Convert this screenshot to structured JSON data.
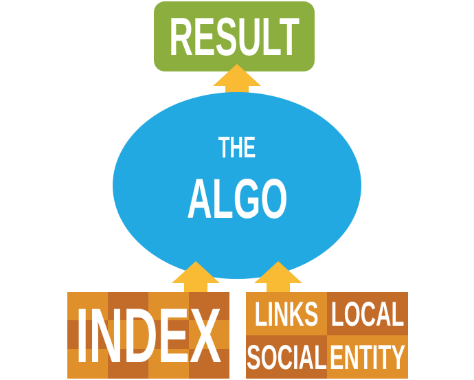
{
  "result": {
    "label": "RESULT"
  },
  "algo": {
    "line1": "THE",
    "line2": "ALGO"
  },
  "index": {
    "label": "INDEX"
  },
  "signals": [
    {
      "label": "LINKS"
    },
    {
      "label": "LOCAL"
    },
    {
      "label": "SOCIAL"
    },
    {
      "label": "ENTITY"
    }
  ],
  "colors": {
    "green": "#8BAE3F",
    "blue": "#23A9E1",
    "arrow": "#F8BB33",
    "orange_light": "#E0902B",
    "orange_dark": "#C36C2A"
  }
}
